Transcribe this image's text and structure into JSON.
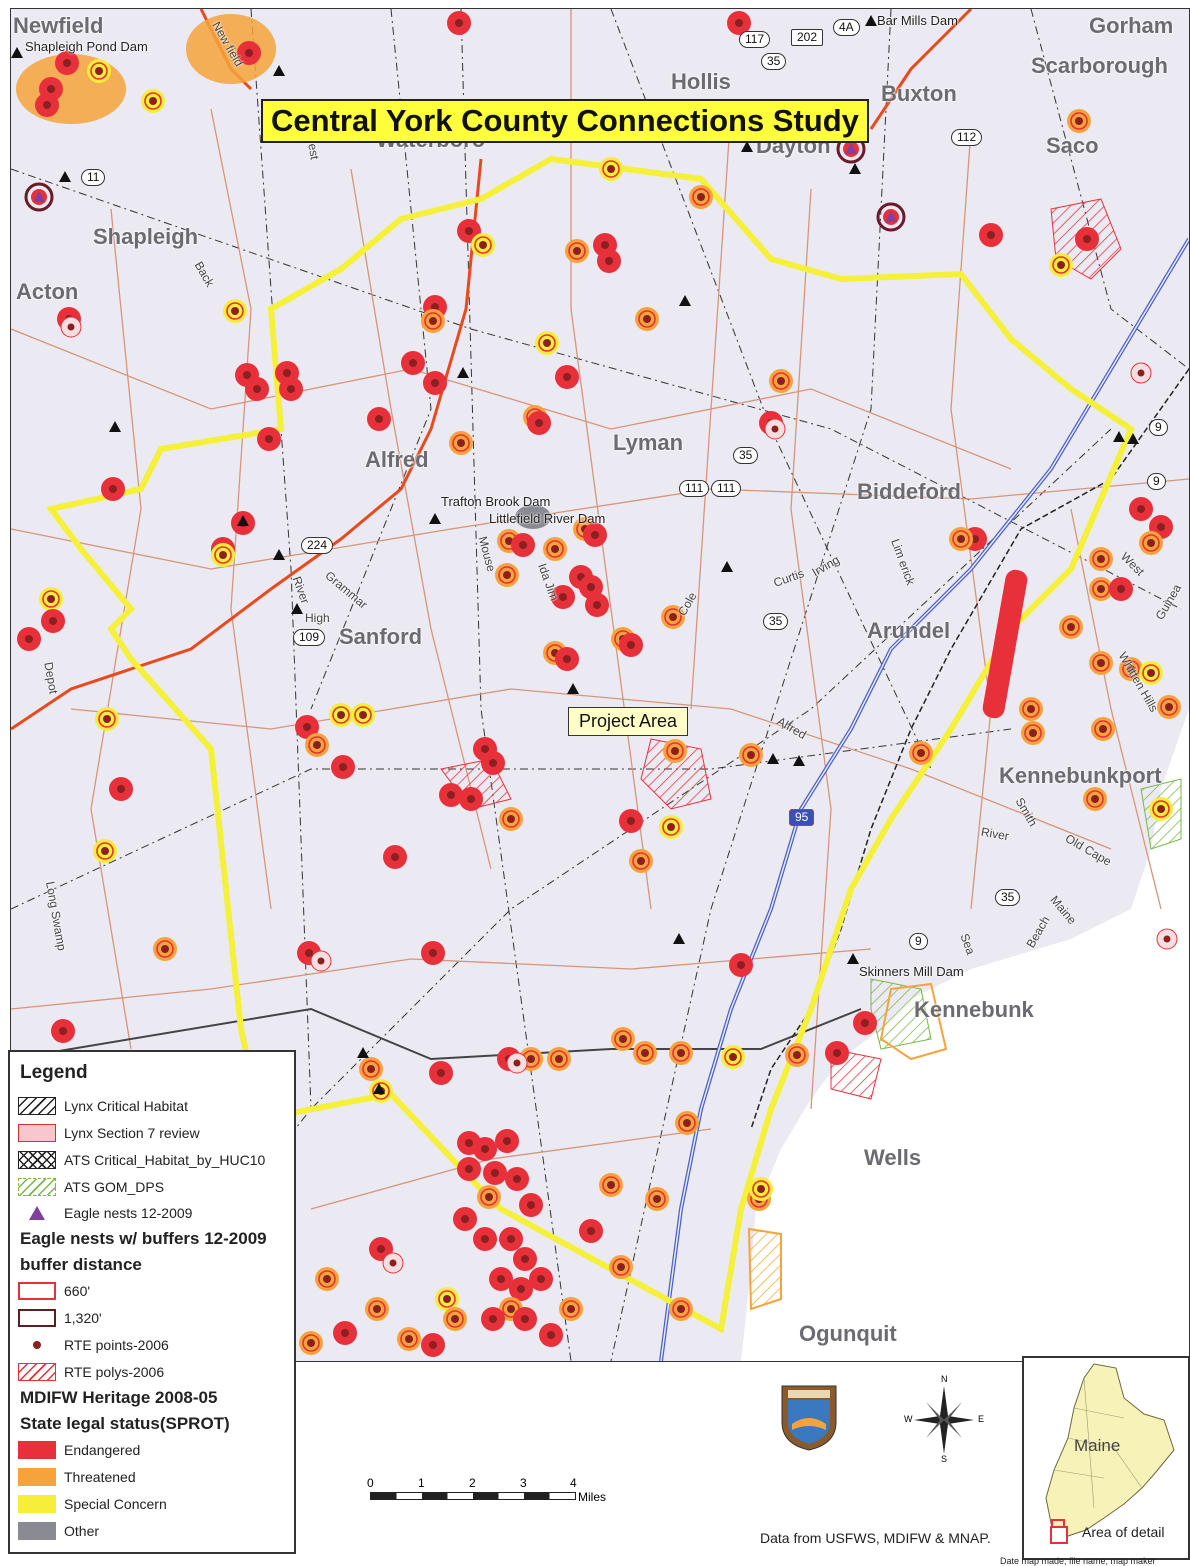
{
  "title": "Central York County Connections Study",
  "callout": "Project Area",
  "places": {
    "newfield": "Newfield",
    "hollis": "Hollis",
    "buxton": "Buxton",
    "gorham": "Gorham",
    "scarborough": "Scarborough",
    "saco": "Saco",
    "waterboro": "Waterboro",
    "dayton": "Dayton",
    "shapleigh": "Shapleigh",
    "acton": "Acton",
    "alfred": "Alfred",
    "lyman": "Lyman",
    "biddeford": "Biddeford",
    "sanford": "Sanford",
    "arundel": "Arundel",
    "kennebunkport": "Kennebunkport",
    "kennebunk": "Kennebunk",
    "wells": "Wells",
    "ogunquit": "Ogunquit"
  },
  "dams": {
    "shapleigh_pond": "Shapleigh Pond Dam",
    "bar_mills": "Bar Mills Dam",
    "trafton_brook": "Trafton Brook Dam",
    "littlefield_river": "Littlefield River Dam",
    "skinners_mill": "Skinners Mill Dam"
  },
  "routes": {
    "r117": "117",
    "r202": "202",
    "r4a": "4A",
    "r35a": "35",
    "r11": "11",
    "r35b": "35",
    "r111a": "111",
    "r111b": "111",
    "r9a": "9",
    "r9b": "9",
    "r224": "224",
    "r109": "109",
    "r35c": "35",
    "r95": "95",
    "r35d": "35",
    "r9c": "9",
    "r112": "112"
  },
  "road_names": {
    "newfield": "New field",
    "back": "Back",
    "mouse": "Mouse",
    "ida_jim": "Ida Jim",
    "cole": "Cole",
    "curtis": "Curtis",
    "irving": "Irving",
    "limerick": "Lim erick",
    "west": "West",
    "guinea": "Guinea",
    "whitten_hills": "Whitten Hills",
    "alfred": "Alfred",
    "river_rd": "River",
    "grammar": "Grammar",
    "high": "High",
    "depot": "Depot",
    "long_swamp": "Long Swamp",
    "smith": "Smith",
    "river": "River",
    "old_cape": "Old Cape",
    "maine": "Maine",
    "sea": "Sea",
    "beach": "Beach",
    "west_rd": "West"
  },
  "legend": {
    "heading": "Legend",
    "lynx_critical": "Lynx Critical Habitat",
    "lynx_section7": "Lynx Section 7 review",
    "ats_critical": "ATS Critical_Habitat_by_HUC10",
    "ats_gom": "ATS GOM_DPS",
    "eagle_nests": "Eagle nests 12-2009",
    "eagle_buffers": "Eagle nests w/ buffers 12-2009",
    "buffer_distance": "buffer distance",
    "b660": "660'",
    "b1320": "1,320'",
    "rte_points": "RTE points-2006",
    "rte_polys": "RTE polys-2006",
    "mdifw": "MDIFW Heritage 2008-05",
    "state_status": "State legal status(SPROT)",
    "endangered": "Endangered",
    "threatened": "Threatened",
    "special_concern": "Special Concern",
    "other": "Other"
  },
  "scale": {
    "ticks": [
      "0",
      "1",
      "2",
      "3",
      "4"
    ],
    "unit": "Miles"
  },
  "compass": {
    "n": "N",
    "s": "S",
    "e": "E",
    "w": "W"
  },
  "inset": {
    "state": "Maine",
    "area_label": "Area of detail"
  },
  "credit": "Data from USFWS, MDIFW & MNAP.",
  "footer": "Date map made; file name; map maker",
  "colors": {
    "endangered": "#e8303a",
    "threatened": "#f5a33a",
    "special_concern": "#f7ee3a",
    "other": "#8a8a92",
    "project_boundary": "#f5f03a",
    "highway": "#e84a1e",
    "interstate": "#4a60c8",
    "map_bg": "#ebeaf3"
  }
}
